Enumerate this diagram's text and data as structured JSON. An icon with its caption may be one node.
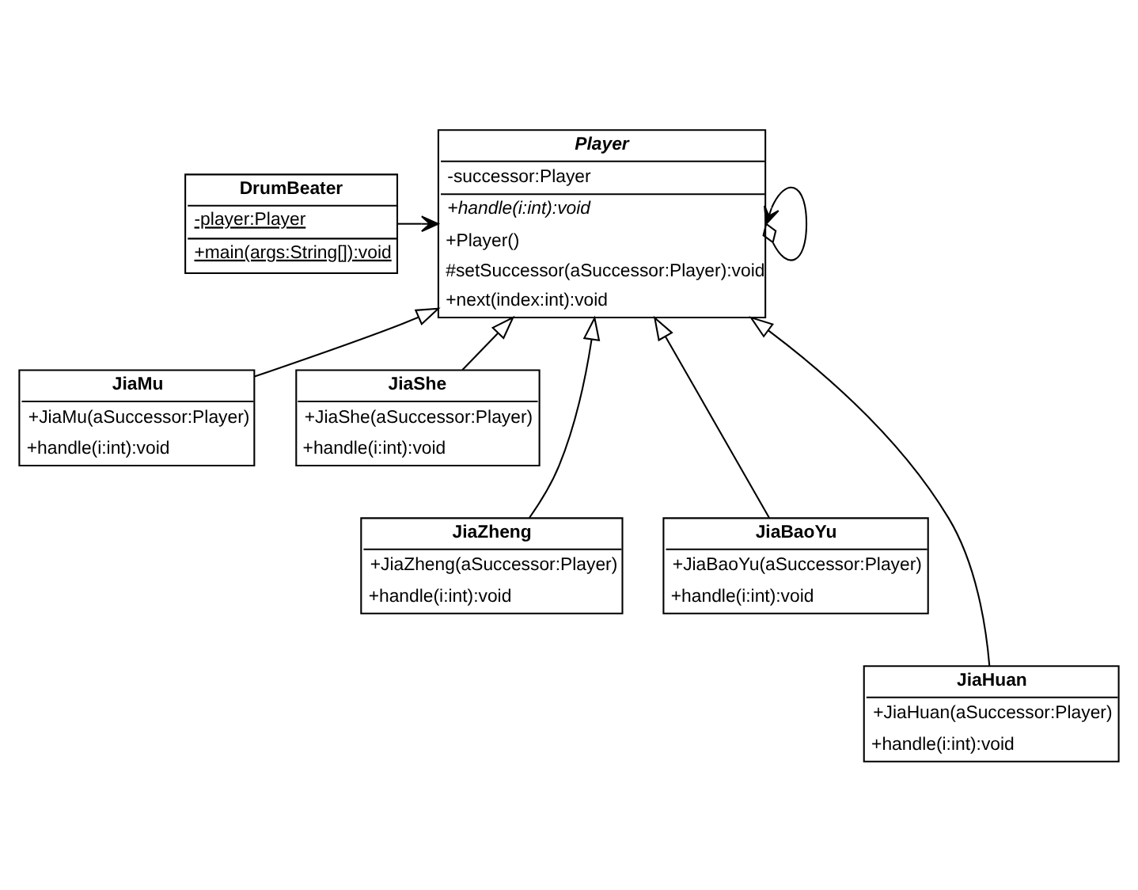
{
  "diagram": {
    "nodes": [
      {
        "text": [
          "DrumBeater",
          "-player:Player",
          "+main(args:String[]):void"
        ]
      },
      {
        "text": [
          "Player",
          "-successor:Player",
          "+handle(i:int):void",
          "+Player()",
          "#setSuccessor(aSuccessor:Player):void",
          "+next(index:int):void"
        ]
      },
      {
        "text": [
          "JiaMu",
          "+JiaMu(aSuccessor:Player)",
          "+handle(i:int):void"
        ]
      },
      {
        "text": [
          "JiaShe",
          "+JiaShe(aSuccessor:Player)",
          "+handle(i:int):void"
        ]
      },
      {
        "text": [
          "JiaZheng",
          "+JiaZheng(aSuccessor:Player)",
          "+handle(i:int):void"
        ]
      },
      {
        "text": [
          "JiaBaoYu",
          "+JiaBaoYu(aSuccessor:Player)",
          "+handle(i:int):void"
        ]
      },
      {
        "text": [
          "JiaHuan",
          "+JiaHuan(aSuccessor:Player)",
          "+handle(i:int):void"
        ]
      }
    ],
    "edges": [
      {
        "from": 0,
        "to": 1,
        "arrow": "to"
      },
      {
        "from": 1,
        "to": 1,
        "arrow": "to"
      },
      {
        "from": 2,
        "to": 1,
        "arrow": "to"
      },
      {
        "from": 4,
        "to": 1,
        "arrow": "to"
      },
      {
        "from": 6,
        "to": 1,
        "arrow": "to"
      },
      {
        "from": 3,
        "to": 1,
        "arrow": "to"
      },
      {
        "from": 5,
        "to": 1,
        "arrow": "to"
      }
    ]
  }
}
